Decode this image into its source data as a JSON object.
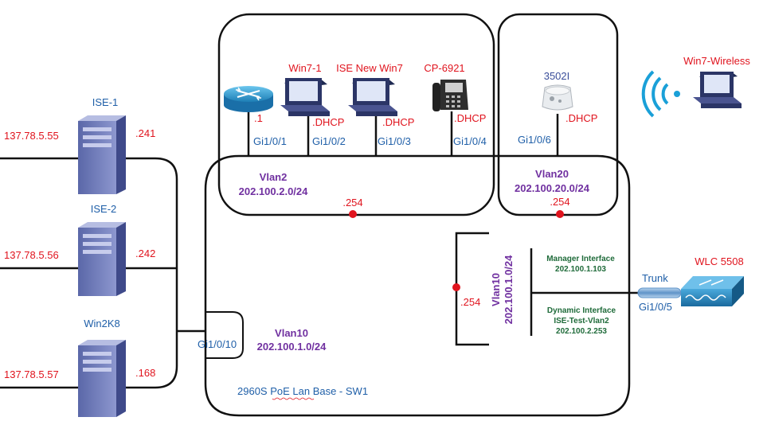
{
  "servers": [
    {
      "name": "ISE-1",
      "ext_ip": "137.78.5.55",
      "host": ".241"
    },
    {
      "name": "ISE-2",
      "ext_ip": "137.78.5.56",
      "host": ".242"
    },
    {
      "name": "Win2K8",
      "ext_ip": "137.78.5.57",
      "host": ".168"
    }
  ],
  "vlan2_devices": [
    {
      "name": "",
      "addr": ".1",
      "port": "Gi1/0/1",
      "icon": "router-icon"
    },
    {
      "name": "Win7-1",
      "addr": ".DHCP",
      "port": "Gi1/0/2",
      "icon": "pc-icon"
    },
    {
      "name": "ISE New Win7",
      "addr": ".DHCP",
      "port": "Gi1/0/3",
      "icon": "pc-icon"
    },
    {
      "name": "CP-6921",
      "addr": ".DHCP",
      "port": "Gi1/0/4",
      "icon": "ip-phone-icon"
    }
  ],
  "vlan20_device": {
    "name": "3502I",
    "addr": ".DHCP",
    "port": "Gi1/0/6",
    "icon": "access-point-icon"
  },
  "wireless_client": {
    "name": "Win7-Wireless",
    "icons": [
      "wireless-signal-icon",
      "pc-icon"
    ]
  },
  "vlan2": {
    "name": "Vlan2",
    "subnet": "202.100.2.0/24",
    "gw": ".254"
  },
  "vlan20": {
    "name": "Vlan20",
    "subnet": "202.100.20.0/24",
    "gw": ".254"
  },
  "vlan10_left": {
    "name": "Vlan10",
    "subnet": "202.100.1.0/24",
    "port": "Gi1/0/10"
  },
  "vlan10_right": {
    "name": "Vlan10",
    "subnet": "202.100.1.0/24",
    "gw": ".254"
  },
  "wlc": {
    "name": "WLC 5508",
    "trunk": "Trunk",
    "port": "Gi1/0/5",
    "manager_label": "Manager Interface",
    "manager_ip": "202.100.1.103",
    "dynamic_label": "Dynamic Interface",
    "dynamic_name": "ISE-Test-Vlan2",
    "dynamic_ip": "202.100.2.253"
  },
  "switch_name": "2960S PoE Lan Base - SW1",
  "colors": {
    "label_red": "#e0141e",
    "label_blue": "#1f5fa8",
    "vlan_purple": "#7030a0",
    "iface_green": "#1f6b3a",
    "gateway_dot": "#e0141e"
  }
}
